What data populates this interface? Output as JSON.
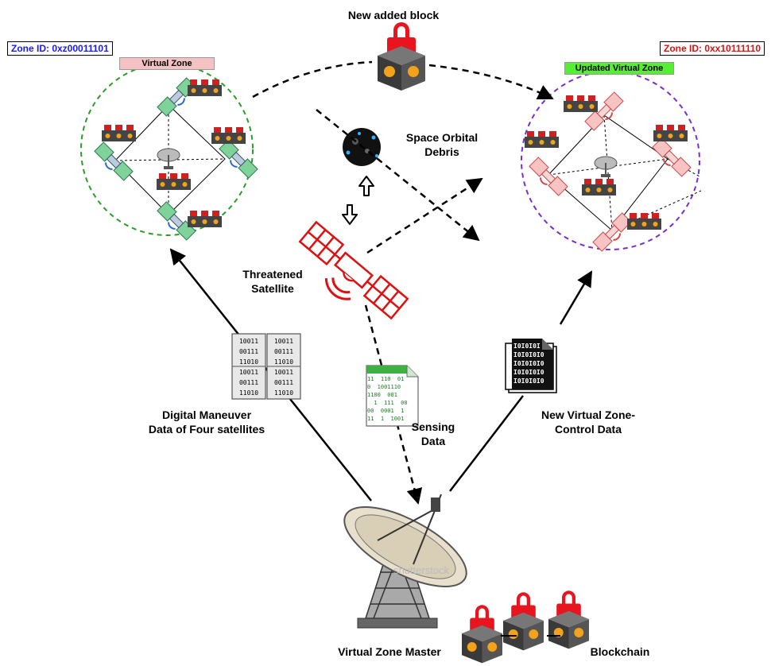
{
  "labels": {
    "new_block": "New added block",
    "debris": "Space Orbital\nDebris",
    "threatened": "Threatened\nSatellite",
    "maneuver": "Digital  Maneuver\nData of Four satellites",
    "sensing": "Sensing\nData",
    "control": "New Virtual Zone-\nControl Data",
    "master": "Virtual Zone Master",
    "blockchain": "Blockchain",
    "watermark": "shutterstock"
  },
  "left_zone": {
    "id": "Zone ID: 0xz00011101",
    "tag": "Virtual Zone",
    "id_color": "#1a1aff",
    "tag_bg": "#f4c2c2",
    "circle_color": "#2a9d2a"
  },
  "right_zone": {
    "id": "Zone ID: 0xx10111110",
    "tag": "Updated Virtual Zone",
    "id_color": "#e01010",
    "tag_bg": "#55ee33",
    "circle_color": "#7a2ec9"
  },
  "binary": {
    "maneuver_left": [
      "10011",
      "00111",
      "11010",
      "10011",
      "00111",
      "11010"
    ],
    "maneuver_right": [
      "10011",
      "00111",
      "11010",
      "10011",
      "00111",
      "11010"
    ],
    "sensing": [
      "11  110  01",
      "0  1001110",
      "1100  001",
      "  1  111  00",
      "00  0001  1",
      "11  1  1001"
    ],
    "control": [
      "I0I0I0I",
      "I0I0I0I0",
      "I0I0I0I0",
      "I0I0I0I0",
      "I0I0I0I0"
    ]
  }
}
